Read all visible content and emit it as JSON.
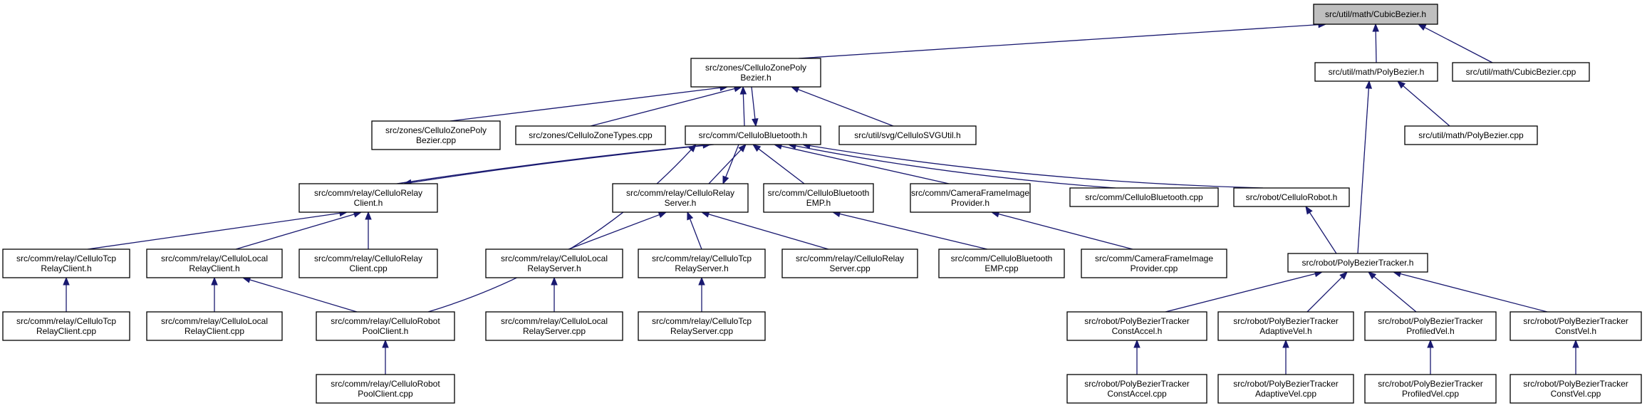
{
  "graph": {
    "nodes": [
      {
        "id": "n_cubic_h",
        "lines": [
          "src/util/math/CubicBezier.h"
        ],
        "highlight": true
      },
      {
        "id": "n_zonepoly_h",
        "lines": [
          "src/zones/CelluloZonePoly",
          "Bezier.h"
        ]
      },
      {
        "id": "n_polybezier_h",
        "lines": [
          "src/util/math/PolyBezier.h"
        ]
      },
      {
        "id": "n_cubic_cpp",
        "lines": [
          "src/util/math/CubicBezier.cpp"
        ]
      },
      {
        "id": "n_zonepoly_cpp",
        "lines": [
          "src/zones/CelluloZonePoly",
          "Bezier.cpp"
        ]
      },
      {
        "id": "n_zonetypes_cpp",
        "lines": [
          "src/zones/CelluloZoneTypes.cpp"
        ]
      },
      {
        "id": "n_bt_h",
        "lines": [
          "src/comm/CelluloBluetooth.h"
        ]
      },
      {
        "id": "n_svgutil_h",
        "lines": [
          "src/util/svg/CelluloSVGUtil.h"
        ]
      },
      {
        "id": "n_polybezier_cpp",
        "lines": [
          "src/util/math/PolyBezier.cpp"
        ]
      },
      {
        "id": "n_relayclient_h",
        "lines": [
          "src/comm/relay/CelluloRelay",
          "Client.h"
        ]
      },
      {
        "id": "n_relayserver_h",
        "lines": [
          "src/comm/relay/CelluloRelay",
          "Server.h"
        ]
      },
      {
        "id": "n_btemp_h",
        "lines": [
          "src/comm/CelluloBluetooth",
          "EMP.h"
        ]
      },
      {
        "id": "n_camframe_h",
        "lines": [
          "src/comm/CameraFrameImage",
          "Provider.h"
        ]
      },
      {
        "id": "n_bt_cpp",
        "lines": [
          "src/comm/CelluloBluetooth.cpp"
        ]
      },
      {
        "id": "n_robot_h",
        "lines": [
          "src/robot/CelluloRobot.h"
        ]
      },
      {
        "id": "n_tcpclient_h",
        "lines": [
          "src/comm/relay/CelluloTcp",
          "RelayClient.h"
        ]
      },
      {
        "id": "n_localclient_h",
        "lines": [
          "src/comm/relay/CelluloLocal",
          "RelayClient.h"
        ]
      },
      {
        "id": "n_relayclient_cpp",
        "lines": [
          "src/comm/relay/CelluloRelay",
          "Client.cpp"
        ]
      },
      {
        "id": "n_localserver_h",
        "lines": [
          "src/comm/relay/CelluloLocal",
          "RelayServer.h"
        ]
      },
      {
        "id": "n_tcpserver_h",
        "lines": [
          "src/comm/relay/CelluloTcp",
          "RelayServer.h"
        ]
      },
      {
        "id": "n_relayserver_cpp",
        "lines": [
          "src/comm/relay/CelluloRelay",
          "Server.cpp"
        ]
      },
      {
        "id": "n_btemp_cpp",
        "lines": [
          "src/comm/CelluloBluetooth",
          "EMP.cpp"
        ]
      },
      {
        "id": "n_camframe_cpp",
        "lines": [
          "src/comm/CameraFrameImage",
          "Provider.cpp"
        ]
      },
      {
        "id": "n_tracker_h",
        "lines": [
          "src/robot/PolyBezierTracker.h"
        ]
      },
      {
        "id": "n_tcpclient_cpp",
        "lines": [
          "src/comm/relay/CelluloTcp",
          "RelayClient.cpp"
        ]
      },
      {
        "id": "n_localclient_cpp",
        "lines": [
          "src/comm/relay/CelluloLocal",
          "RelayClient.cpp"
        ]
      },
      {
        "id": "n_poolclient_h",
        "lines": [
          "src/comm/relay/CelluloRobot",
          "PoolClient.h"
        ]
      },
      {
        "id": "n_localserver_cpp",
        "lines": [
          "src/comm/relay/CelluloLocal",
          "RelayServer.cpp"
        ]
      },
      {
        "id": "n_tcpserver_cpp",
        "lines": [
          "src/comm/relay/CelluloTcp",
          "RelayServer.cpp"
        ]
      },
      {
        "id": "n_poolclient_cpp",
        "lines": [
          "src/comm/relay/CelluloRobot",
          "PoolClient.cpp"
        ]
      },
      {
        "id": "n_constaccel_h",
        "lines": [
          "src/robot/PolyBezierTracker",
          "ConstAccel.h"
        ]
      },
      {
        "id": "n_adaptive_h",
        "lines": [
          "src/robot/PolyBezierTracker",
          "AdaptiveVel.h"
        ]
      },
      {
        "id": "n_profiled_h",
        "lines": [
          "src/robot/PolyBezierTracker",
          "ProfiledVel.h"
        ]
      },
      {
        "id": "n_constvel_h",
        "lines": [
          "src/robot/PolyBezierTracker",
          "ConstVel.h"
        ]
      },
      {
        "id": "n_constaccel_cpp",
        "lines": [
          "src/robot/PolyBezierTracker",
          "ConstAccel.cpp"
        ]
      },
      {
        "id": "n_adaptive_cpp",
        "lines": [
          "src/robot/PolyBezierTracker",
          "AdaptiveVel.cpp"
        ]
      },
      {
        "id": "n_profiled_cpp",
        "lines": [
          "src/robot/PolyBezierTracker",
          "ProfiledVel.cpp"
        ]
      },
      {
        "id": "n_constvel_cpp",
        "lines": [
          "src/robot/PolyBezierTracker",
          "ConstVel.cpp"
        ]
      }
    ],
    "edges": [
      {
        "from": "n_zonepoly_h",
        "to": "n_cubic_h"
      },
      {
        "from": "n_polybezier_h",
        "to": "n_cubic_h"
      },
      {
        "from": "n_cubic_cpp",
        "to": "n_cubic_h"
      },
      {
        "from": "n_zonepoly_cpp",
        "to": "n_zonepoly_h"
      },
      {
        "from": "n_zonetypes_cpp",
        "to": "n_zonepoly_h"
      },
      {
        "from": "n_bt_h",
        "to": "n_zonepoly_h"
      },
      {
        "from": "n_zonepoly_h",
        "to": "n_bt_h"
      },
      {
        "from": "n_svgutil_h",
        "to": "n_zonepoly_h"
      },
      {
        "from": "n_polybezier_cpp",
        "to": "n_polybezier_h"
      },
      {
        "from": "n_tracker_h",
        "to": "n_polybezier_h"
      },
      {
        "from": "n_relayclient_h",
        "to": "n_bt_h"
      },
      {
        "from": "n_bt_h",
        "to": "n_relayclient_h"
      },
      {
        "from": "n_relayserver_h",
        "to": "n_bt_h"
      },
      {
        "from": "n_bt_h",
        "to": "n_relayserver_h"
      },
      {
        "from": "n_btemp_h",
        "to": "n_bt_h"
      },
      {
        "from": "n_camframe_h",
        "to": "n_bt_h"
      },
      {
        "from": "n_bt_cpp",
        "to": "n_bt_h"
      },
      {
        "from": "n_robot_h",
        "to": "n_bt_h"
      },
      {
        "from": "n_poolclient_h",
        "to": "n_bt_h"
      },
      {
        "from": "n_tcpclient_h",
        "to": "n_relayclient_h"
      },
      {
        "from": "n_localclient_h",
        "to": "n_relayclient_h"
      },
      {
        "from": "n_relayclient_cpp",
        "to": "n_relayclient_h"
      },
      {
        "from": "n_localserver_h",
        "to": "n_relayserver_h"
      },
      {
        "from": "n_tcpserver_h",
        "to": "n_relayserver_h"
      },
      {
        "from": "n_relayserver_cpp",
        "to": "n_relayserver_h"
      },
      {
        "from": "n_btemp_cpp",
        "to": "n_btemp_h"
      },
      {
        "from": "n_camframe_cpp",
        "to": "n_camframe_h"
      },
      {
        "from": "n_tracker_h",
        "to": "n_robot_h"
      },
      {
        "from": "n_tcpclient_cpp",
        "to": "n_tcpclient_h"
      },
      {
        "from": "n_localclient_cpp",
        "to": "n_localclient_h"
      },
      {
        "from": "n_poolclient_h",
        "to": "n_localclient_h"
      },
      {
        "from": "n_localserver_cpp",
        "to": "n_localserver_h"
      },
      {
        "from": "n_tcpserver_cpp",
        "to": "n_tcpserver_h"
      },
      {
        "from": "n_poolclient_cpp",
        "to": "n_poolclient_h"
      },
      {
        "from": "n_constaccel_h",
        "to": "n_tracker_h"
      },
      {
        "from": "n_adaptive_h",
        "to": "n_tracker_h"
      },
      {
        "from": "n_profiled_h",
        "to": "n_tracker_h"
      },
      {
        "from": "n_constvel_h",
        "to": "n_tracker_h"
      },
      {
        "from": "n_constaccel_cpp",
        "to": "n_constaccel_h"
      },
      {
        "from": "n_adaptive_cpp",
        "to": "n_adaptive_h"
      },
      {
        "from": "n_profiled_cpp",
        "to": "n_profiled_h"
      },
      {
        "from": "n_constvel_cpp",
        "to": "n_constvel_h"
      }
    ]
  },
  "colors": {
    "edge": "#191970",
    "root_fill": "#bfbfbf",
    "node_fill": "#ffffff",
    "border": "#000000"
  }
}
